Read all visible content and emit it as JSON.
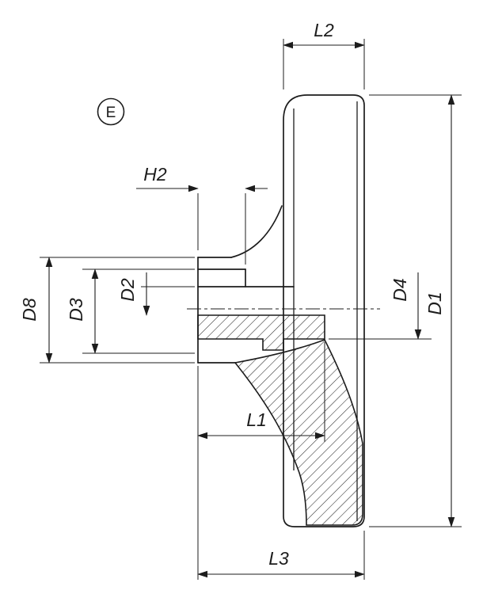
{
  "drawing": {
    "marker_label": "E",
    "dims": {
      "l2": "L2",
      "h2": "H2",
      "d8": "D8",
      "d3": "D3",
      "d2": "D2",
      "d4": "D4",
      "d1": "D1",
      "l1": "L1",
      "l3": "L3"
    },
    "colors": {
      "ink": "#1c1c1c",
      "background": "#ffffff",
      "hatch": "#2a2a2a"
    }
  }
}
